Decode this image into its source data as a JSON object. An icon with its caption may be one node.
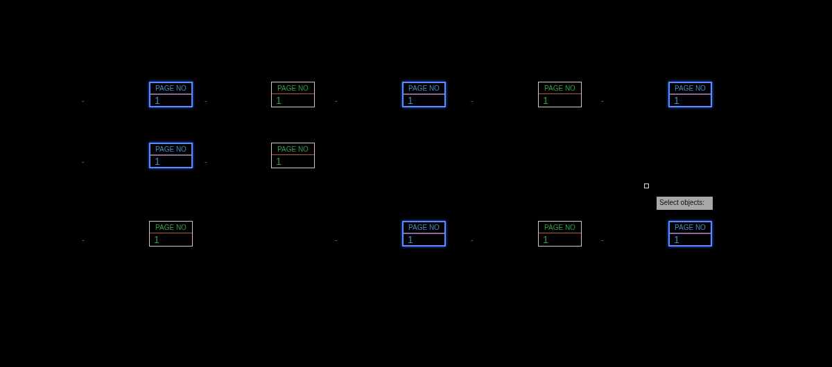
{
  "diagram": {
    "nodes": [
      {
        "text": [
          "PAGE NO",
          "1"
        ]
      },
      {
        "text": [
          "PAGE NO",
          "1"
        ]
      },
      {
        "text": [
          "PAGE NO",
          "1"
        ]
      },
      {
        "text": [
          "PAGE NO",
          "1"
        ]
      },
      {
        "text": [
          "PAGE NO",
          "1"
        ]
      },
      {
        "text": [
          "PAGE NO",
          "1"
        ]
      },
      {
        "text": [
          "PAGE NO",
          "1"
        ]
      },
      {
        "text": [
          "PAGE NO",
          "1"
        ]
      },
      {
        "text": [
          "PAGE NO",
          "1"
        ]
      },
      {
        "text": [
          "PAGE NO",
          "1"
        ]
      },
      {
        "text": [
          "PAGE NO",
          "1"
        ]
      }
    ],
    "labels": [
      "-",
      "-",
      "-",
      "-",
      "-",
      "-",
      "-",
      "Select objects:",
      "-",
      "-",
      "-",
      "-"
    ]
  }
}
